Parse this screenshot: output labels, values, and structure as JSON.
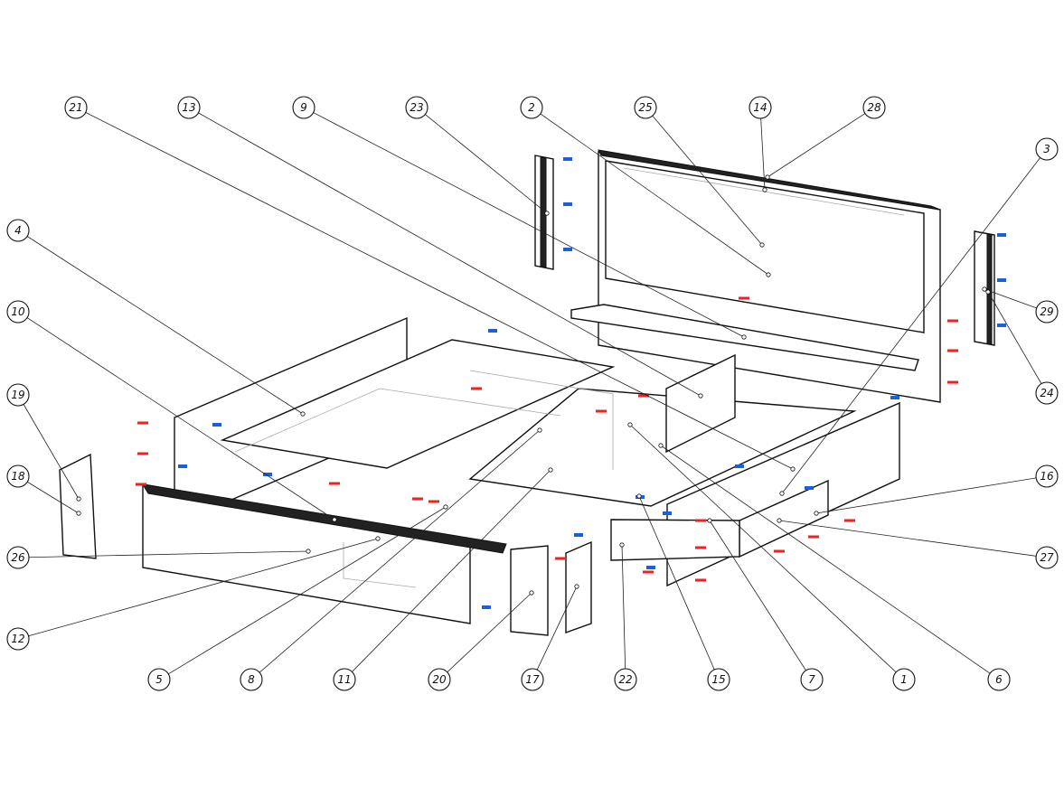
{
  "diagram": {
    "type": "exploded-assembly",
    "balloons": [
      "21",
      "13",
      "9",
      "23",
      "2",
      "25",
      "14",
      "28",
      "3",
      "29",
      "24",
      "16",
      "27",
      "4",
      "10",
      "19",
      "18",
      "26",
      "12",
      "5",
      "8",
      "11",
      "20",
      "17",
      "22",
      "15",
      "7",
      "1",
      "6"
    ],
    "colors": {
      "dowel": "#e22222",
      "fastener": "#1a5fe0",
      "line": "#111111"
    }
  }
}
